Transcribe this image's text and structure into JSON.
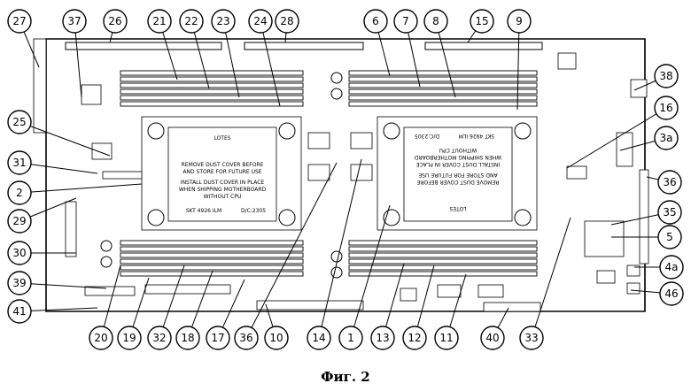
{
  "caption": "Фиг. 2",
  "socket_left": {
    "brand": "LOTES",
    "model": "SKT 4926 ILM",
    "code": "D/C:2305",
    "note_1": "REMOVE DUST COVER BEFORE",
    "note_2": "AND STORE FOR FUTURE USE",
    "note_3": "INSTALL DUST COVER IN PLACE",
    "note_4": "WHEN SHIPPING MOTHERBOARD",
    "note_5": "WITHOUT CPU"
  },
  "socket_right": {
    "brand": "LOTES",
    "model": "SKT 4926 ILM",
    "code": "D/C:2305",
    "note_1": "REMOVE DUST COVER BEFORE",
    "note_2": "AND STORE FOR FUTURE USE",
    "note_3": "INSTALL DUST COVER IN PLACE",
    "note_4": "WHEN SHIPPING MOTHERBOARD",
    "note_5": "WITHOUT CPU"
  },
  "callouts": {
    "top": [
      "27",
      "37",
      "26",
      "21",
      "22",
      "23",
      "24",
      "28",
      "6",
      "7",
      "8",
      "15",
      "9"
    ],
    "left": [
      "25",
      "31",
      "2",
      "29",
      "30",
      "39",
      "41"
    ],
    "right": [
      "38",
      "16",
      "3a",
      "36",
      "35",
      "5",
      "4a",
      "46"
    ],
    "bottom": [
      "20",
      "19",
      "32",
      "18",
      "17",
      "36",
      "10",
      "14",
      "1",
      "13",
      "12",
      "11",
      "40",
      "33"
    ]
  }
}
